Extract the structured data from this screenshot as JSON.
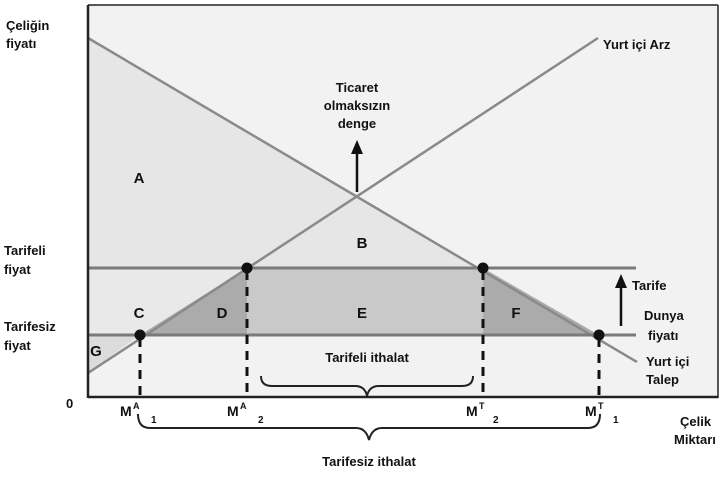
{
  "axes": {
    "y_title_line1": "Çeliğin",
    "y_title_line2": "fiyatı",
    "x_title_line1": "Çelik",
    "x_title_line2": "Miktarı",
    "origin": "0"
  },
  "curves": {
    "supply": "Yurt içi Arz",
    "demand_line1": "Yurt içi",
    "demand_line2": "Talep"
  },
  "prices": {
    "tariff_line1": "Tarifeli",
    "tariff_line2": "fiyat",
    "free_line1": "Tarifesiz",
    "free_line2": "fiyat",
    "world_line1": "Dunya",
    "world_line2": "fiyatı",
    "tariff_arrow": "Tarife"
  },
  "equilibrium": {
    "line1": "Ticaret",
    "line2": "olmaksızın",
    "line3": "denge"
  },
  "areas": [
    "A",
    "B",
    "C",
    "D",
    "E",
    "F",
    "G"
  ],
  "quantities": {
    "q1": {
      "main": "M",
      "sup": "A",
      "sub": "1"
    },
    "q2": {
      "main": "M",
      "sup": "A",
      "sub": "2"
    },
    "q3": {
      "main": "M",
      "sup": "T",
      "sub": "2"
    },
    "q4": {
      "main": "M",
      "sup": "T",
      "sub": "1"
    }
  },
  "brackets": {
    "with_tariff": "Tarifeli ithalat",
    "without_tariff": "Tarifesiz ithalat"
  },
  "colors": {
    "plot_bg": "#f2f2f2",
    "shade_light": "#e6e6e6",
    "shade_mid": "#c9c9c9",
    "shade_dark": "#ababab",
    "curve": "#8a8a8a",
    "axis": "#222222"
  }
}
